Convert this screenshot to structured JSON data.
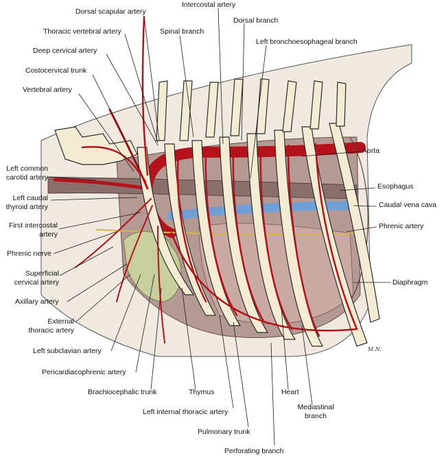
{
  "figure": {
    "labels": {
      "dorsal_scapular_artery": "Dorsal scapular artery",
      "intercostal_artery": "Intercostal artery",
      "thoracic_vertebral_artery": "Thoracic vertebral artery",
      "spinal_branch": "Spinal branch",
      "dorsal_branch": "Dorsal branch",
      "deep_cervical_artery": "Deep cervical artery",
      "left_bronchoesophageal_branch": "Left bronchoesophageal branch",
      "costocervical_trunk": "Costocervical trunk",
      "vertebral_artery": "Vertebral artery",
      "aorta": "Aorta",
      "left_common_carotid_artery": "Left common\ncarotid artery",
      "esophagus": "Esophagus",
      "left_caudal_thyroid_artery": "Left caudal\nthyroid artery",
      "caudal_vena_cava": "Caudal vena cava",
      "first_intercostal_artery": "First intercostal\nartery",
      "phrenic_artery": "Phrenic artery",
      "phrenic_nerve": "Phrenic nerve",
      "superficial_cervical_artery": "Superficial\ncervical artery",
      "diaphragm": "Diaphragm",
      "axillary_artery": "Axillary artery",
      "external_thoracic_artery": "External\nthoracic artery",
      "left_subclavian_artery": "Left subclavian artery",
      "pericardiacophrenic_artery": "Pericardiacophrenic artery",
      "brachiocephalic_trunk": "Brachiocephalic trunk",
      "thymus": "Thymus",
      "heart": "Heart",
      "mediastinal_branch": "Mediastinal\nbranch",
      "left_internal_thoracic_artery": "Left internal thoracic artery",
      "pulmonary_trunk": "Pulmonary trunk",
      "perforating_branch": "Perforating branch"
    },
    "signature": "M.N."
  }
}
